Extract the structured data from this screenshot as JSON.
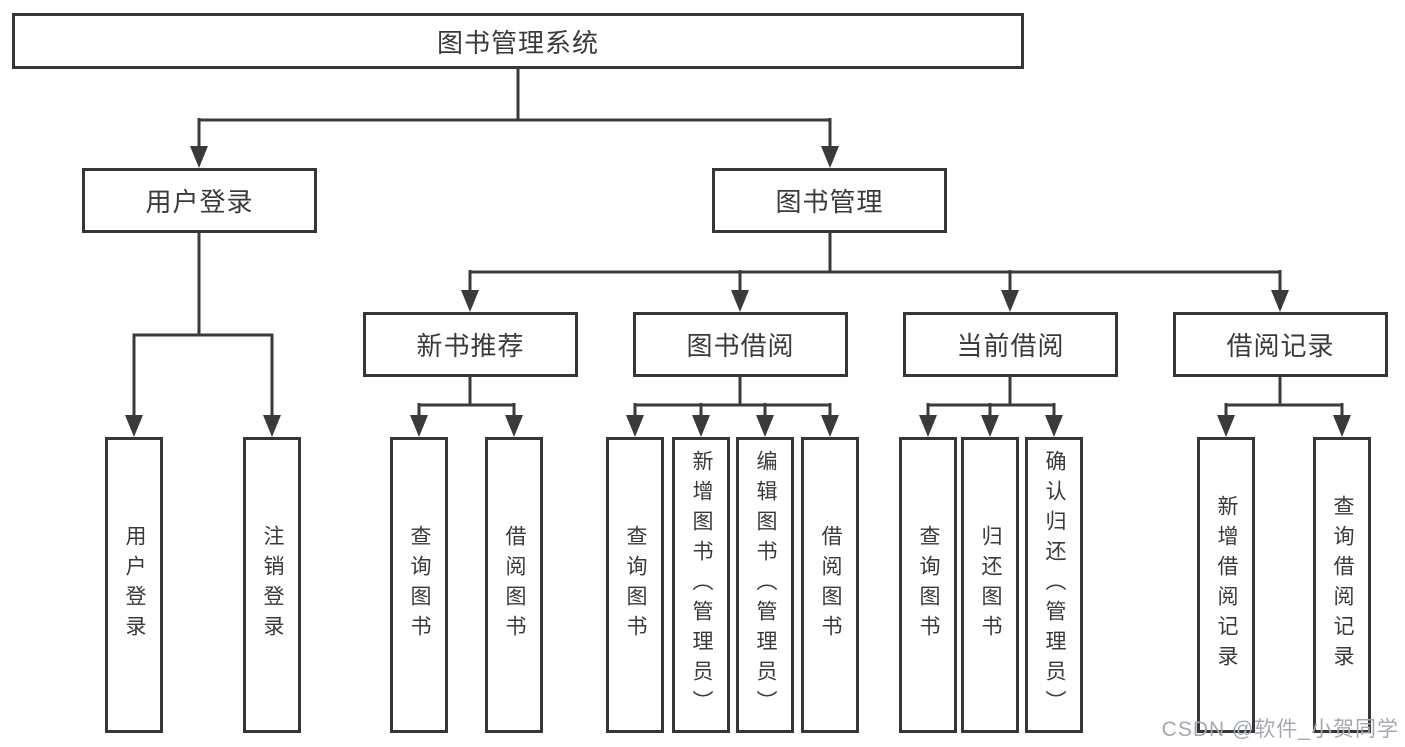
{
  "tree": {
    "root": {
      "label": "图书管理系统",
      "children": [
        {
          "label": "用户登录",
          "children": [
            {
              "label": "用户登录"
            },
            {
              "label": "注销登录"
            }
          ]
        },
        {
          "label": "图书管理",
          "children": [
            {
              "label": "新书推荐",
              "children": [
                {
                  "label": "查询图书"
                },
                {
                  "label": "借阅图书"
                }
              ]
            },
            {
              "label": "图书借阅",
              "children": [
                {
                  "label": "查询图书"
                },
                {
                  "label": "新增图书（管理员）"
                },
                {
                  "label": "编辑图书（管理员）"
                },
                {
                  "label": "借阅图书"
                }
              ]
            },
            {
              "label": "当前借阅",
              "children": [
                {
                  "label": "查询图书"
                },
                {
                  "label": "归还图书"
                },
                {
                  "label": "确认归还（管理员）"
                }
              ]
            },
            {
              "label": "借阅记录",
              "children": [
                {
                  "label": "新增借阅记录"
                },
                {
                  "label": "查询借阅记录"
                }
              ]
            }
          ]
        }
      ]
    }
  },
  "watermark": {
    "text": "CSDN @软件_小贺同学"
  },
  "colors": {
    "line": "#3a3a3a",
    "box_border": "#363636",
    "text": "#3a3a3a",
    "watermark": "#a4a9af",
    "background": "#ffffff"
  }
}
